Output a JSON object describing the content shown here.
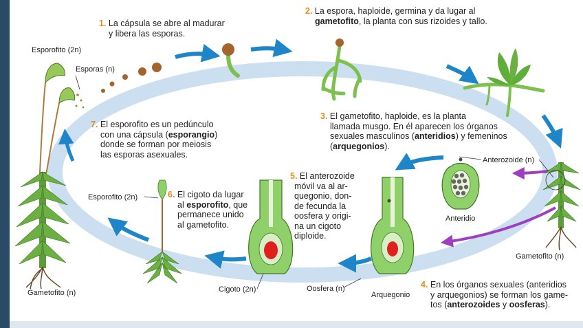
{
  "steps": {
    "s1": {
      "num": "1.",
      "l1": " La cápsula se abre al madurar",
      "l2": "y libera las esporas."
    },
    "s2": {
      "num": "2.",
      "l1": " La espora, haploide, germina y da lugar al",
      "l2b": "gametofito",
      "l2": ", la planta con sus rizoides y tallo."
    },
    "s3": {
      "num": "3.",
      "l1": " El gametofito, haploide, es la planta",
      "l2": "llamada musgo. En él aparecen los órganos",
      "l3a": "sexuales masculinos (",
      "l3b": "anteridios",
      "l3c": ") y femeninos",
      "l4a": "(",
      "l4b": "arquegonios",
      "l4c": ")."
    },
    "s4": {
      "num": "4.",
      "l1": " En los órganos sexuales (anteridios",
      "l2": "y arquegonios) se forman los game-",
      "l3a": "tos (",
      "l3b": "anterozoides",
      "l3c": " y ",
      "l3d": "oosferas",
      "l3e": ")."
    },
    "s5": {
      "num": "5.",
      "l1": " El anterozoide",
      "l2": "móvil va al ar-",
      "l3": "quegonio, don-",
      "l4": "de fecunda la",
      "l5": "oosfera y origi-",
      "l6": "na un cigoto",
      "l7": "diploide."
    },
    "s6": {
      "num": "6.",
      "l1": " El cigoto da lugar",
      "l2a": "al ",
      "l2b": "esporofito",
      "l2c": ", que",
      "l3": "permanece unido",
      "l4": "al gametofito."
    },
    "s7": {
      "num": "7.",
      "l1": " El esporofito es un pedúnculo",
      "l2a": "con una cápsula (",
      "l2b": "esporangio",
      "l2c": ")",
      "l3": "donde se forman por meiosis",
      "l4": "las esporas asexuales."
    }
  },
  "labels": {
    "esporofito_top": "Esporofito (2n)",
    "esporas": "Esporas (n)",
    "esporofito_mid": "Esporofito (2n)",
    "gametofito_left": "Gametofito (n)",
    "cigoto": "Cigoto (2n)",
    "oosfera": "Oosfera (n)",
    "arquegonio": "Arquegonio",
    "anteridio": "Anteridio",
    "anterozoide": "Anterozoide (n)",
    "gametofito_right": "Gametofito (n)"
  },
  "colors": {
    "accent": "#e0901e",
    "arrow_blue": "#1e86c8",
    "arrow_purple": "#a03ec0",
    "cycle": "#c6dcf0",
    "cell_green": "#8fd06a",
    "nucleus_red": "#e0201c",
    "capsule_brown": "#a4642c"
  }
}
